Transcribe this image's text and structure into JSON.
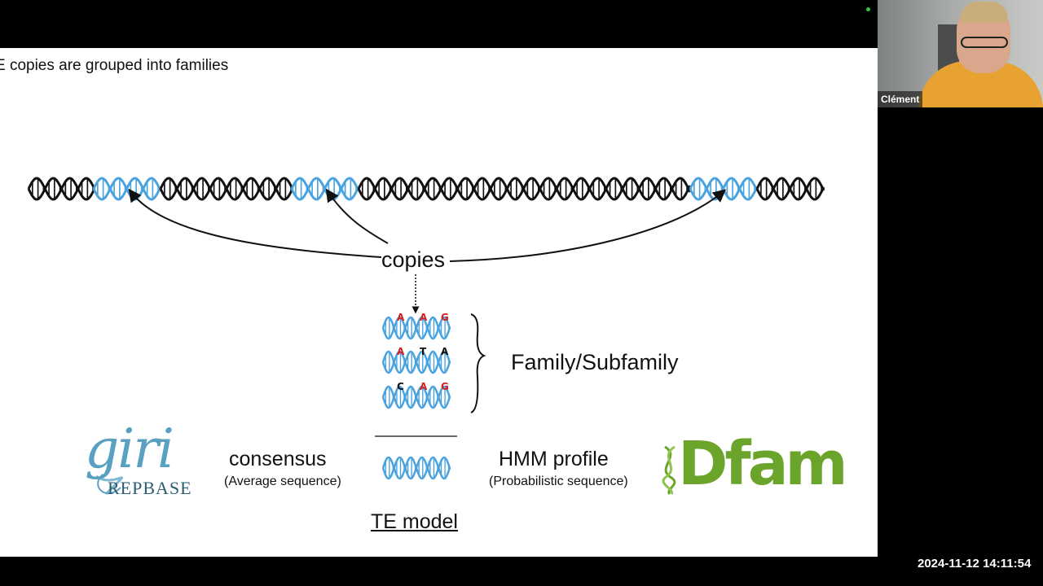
{
  "slide": {
    "title": "E copies are grouped into families",
    "copies_label": "copies",
    "family_label": "Family/Subfamily",
    "consensus_label": "consensus",
    "consensus_sub": "(Average sequence)",
    "hmm_label": "HMM profile",
    "hmm_sub": "(Probabilistic sequence)",
    "te_model_label": "TE model",
    "logos": {
      "giri_text": "giri",
      "repbase_text": "REPBASE",
      "dfam_text": "Dfam"
    },
    "alignment": [
      [
        "A",
        "A",
        "G"
      ],
      [
        "A",
        "T",
        "A"
      ],
      [
        "C",
        "A",
        "G"
      ]
    ],
    "colors": {
      "dna_black": "#111111",
      "dna_blue": "#4aa3df",
      "mutation_red": "#d62020",
      "base_black": "#111111",
      "giri_blue": "#5aa0c0",
      "dfam_green": "#6aa42a"
    }
  },
  "video": {
    "participant_name": "Clément"
  },
  "timestamp": "2024-11-12  14:11:54"
}
